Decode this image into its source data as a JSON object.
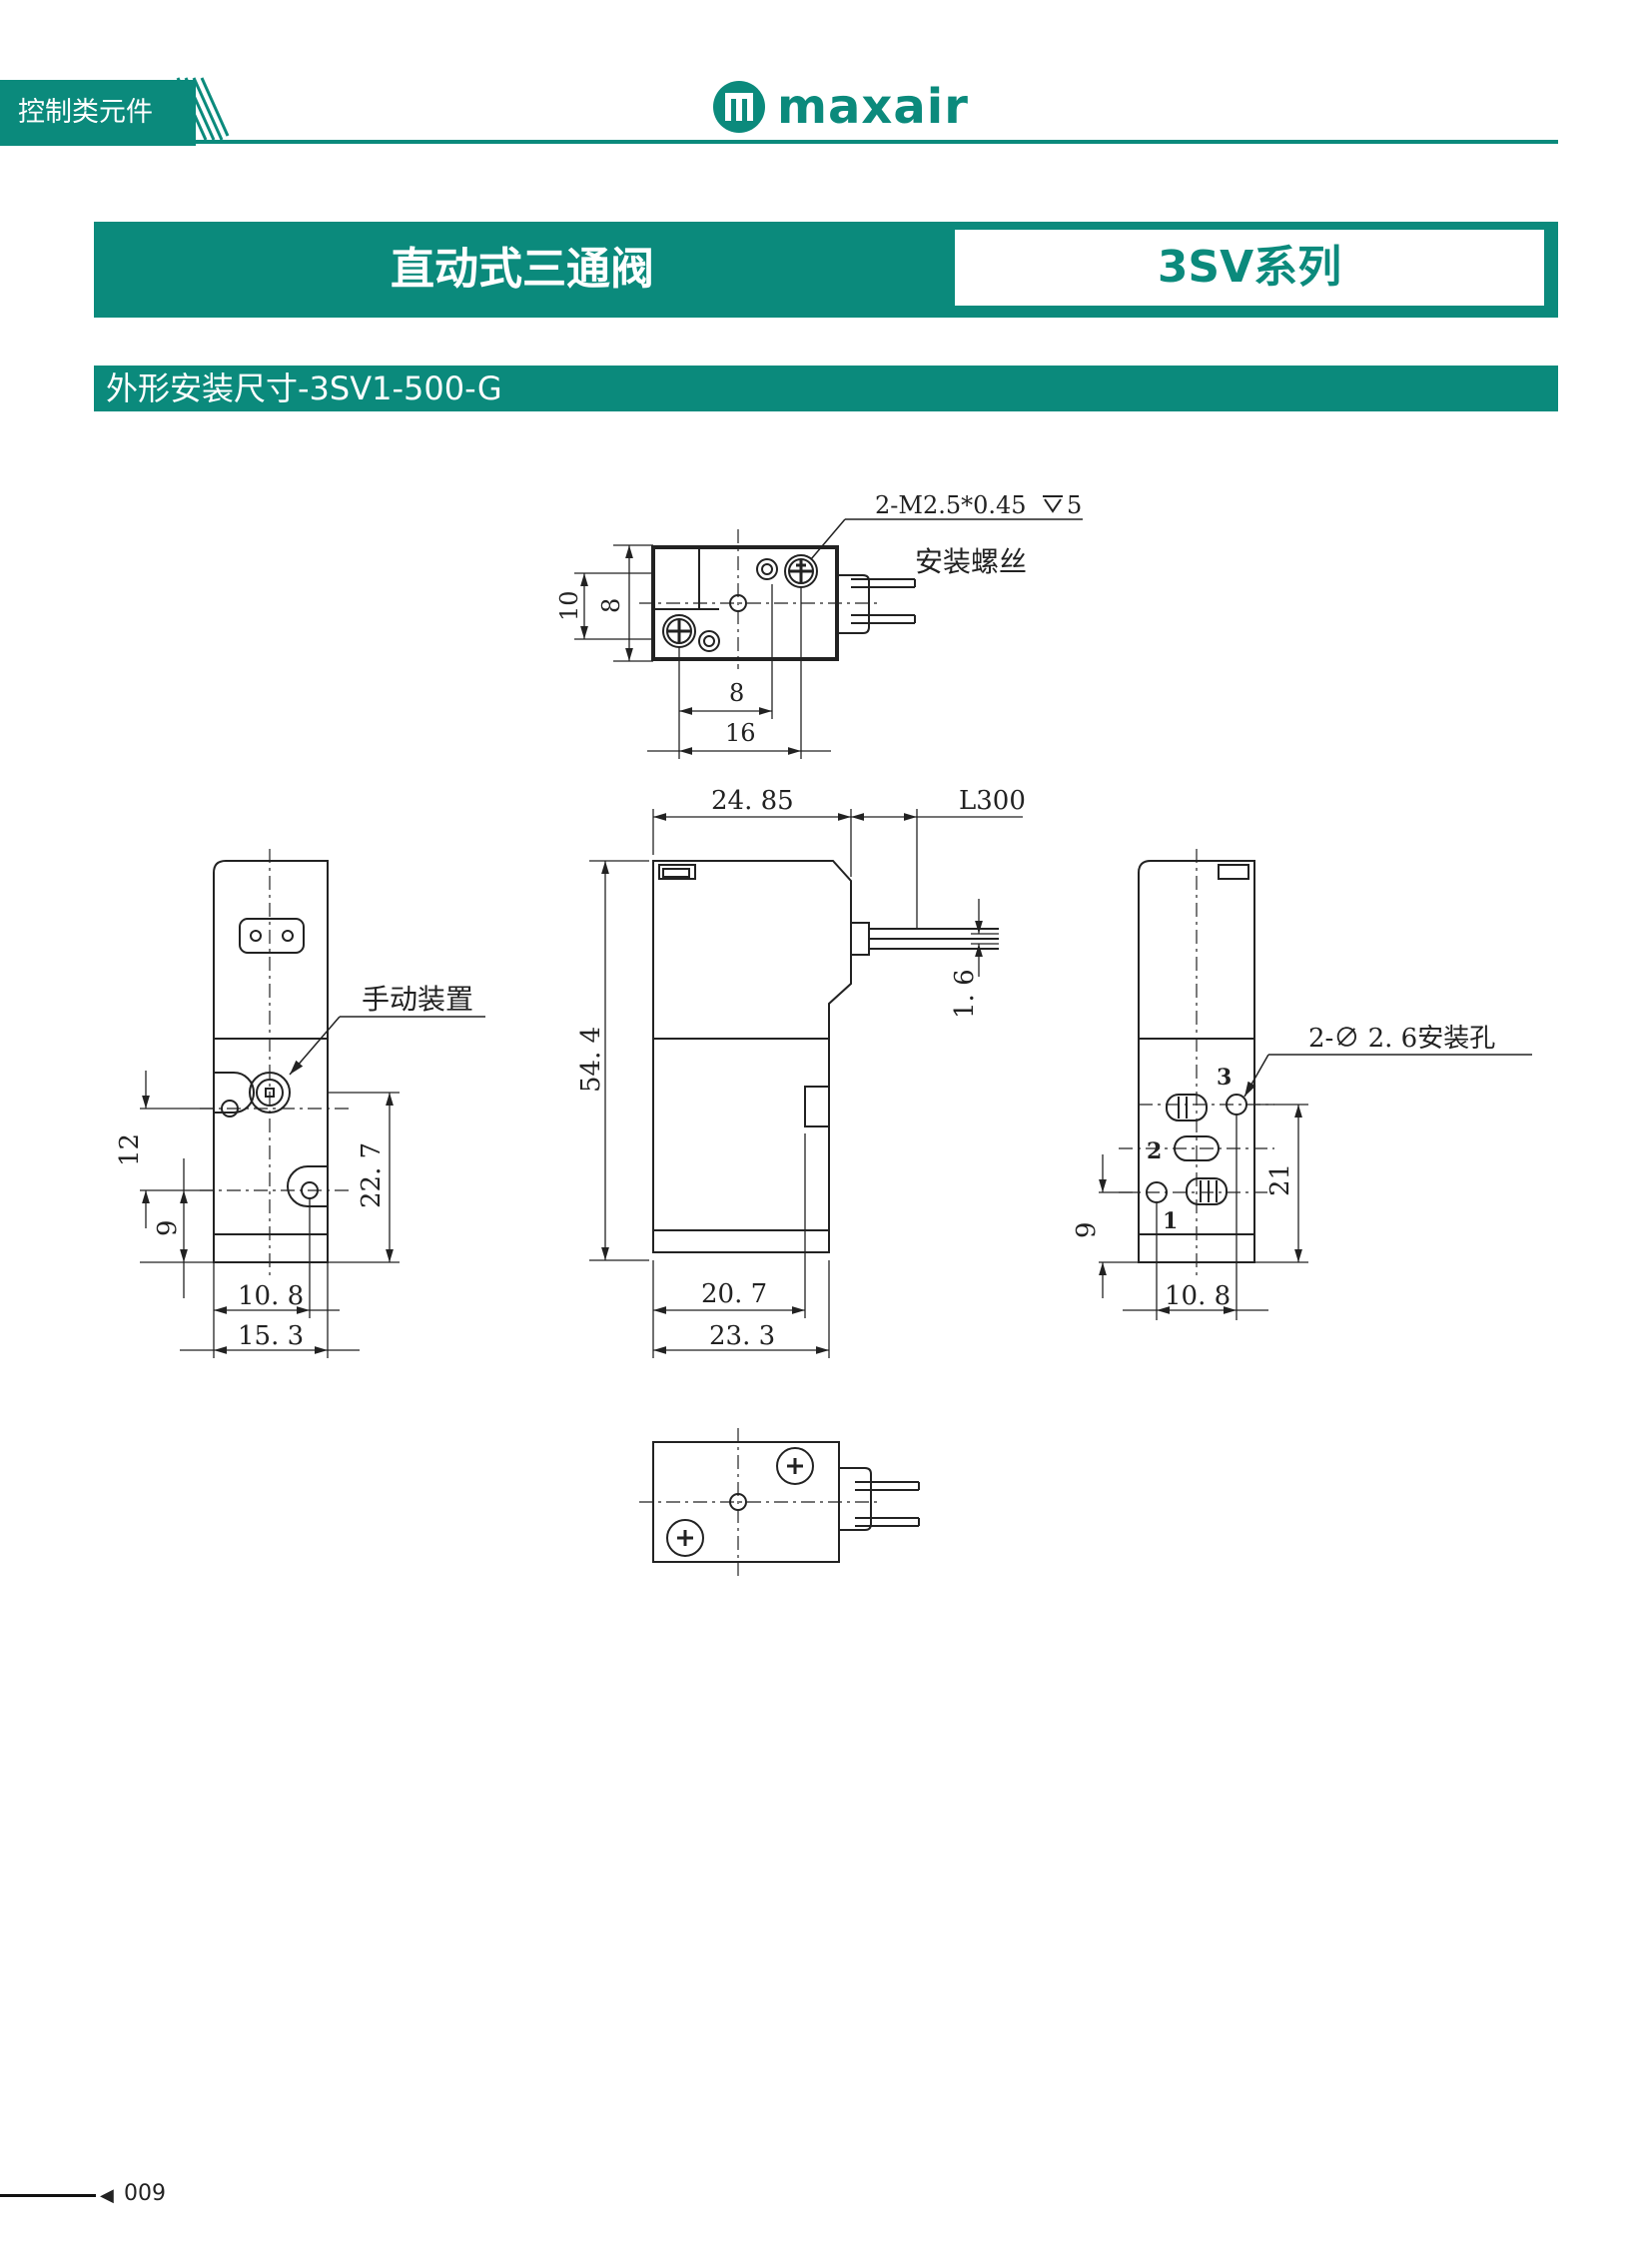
{
  "header": {
    "category": "控制类元件",
    "brand": "maxair",
    "brand_color": "#0b8a7c"
  },
  "title": {
    "main": "直动式三通阀",
    "series": "3SV系列"
  },
  "section": {
    "title": "外形安装尺寸-3SV1-500-G"
  },
  "drawing": {
    "top_view": {
      "thread_note": "2-M2.5*0.45",
      "thread_depth": "5",
      "screw_label": "安装螺丝",
      "dim_10": "10",
      "dim_8_vertical": "8",
      "dim_8_horizontal": "8",
      "dim_16": "16"
    },
    "front_view": {
      "dim_24_85": "24. 85",
      "dim_l300": "L300",
      "dim_54_4": "54. 4",
      "dim_1_6": "1. 6",
      "dim_20_7": "20. 7",
      "dim_23_3": "23. 3"
    },
    "left_view": {
      "manual_label": "手动装置",
      "dim_12": "12",
      "dim_9": "9",
      "dim_22_7": "22. 7",
      "dim_10_8": "10. 8",
      "dim_15_3": "15. 3"
    },
    "right_view": {
      "hole_note": "2-∅ 2. 6安装孔",
      "port_1": "1",
      "port_2": "2",
      "port_3": "3",
      "dim_9": "9",
      "dim_21": "21",
      "dim_10_8": "10. 8"
    }
  },
  "footer": {
    "page_number": "009"
  }
}
